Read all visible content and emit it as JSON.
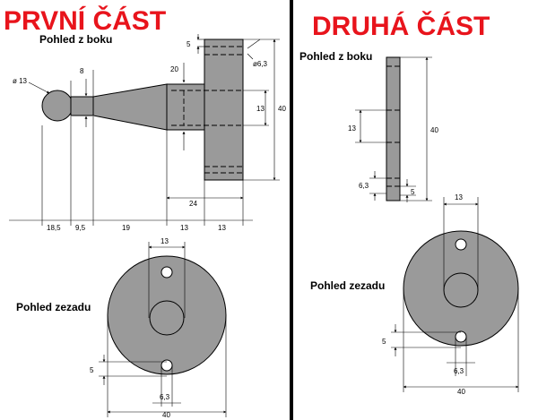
{
  "left": {
    "title": "PRVNÍ ČÁST",
    "view_side": "Pohled z boku",
    "view_back": "Pohled zezadu",
    "dims": {
      "ball_diam": "ø 13",
      "neck": "8",
      "collar": "20",
      "flange_top": "5",
      "hole": "ø6,3",
      "shaft13": "13",
      "height40": "40",
      "len24": "24",
      "b1": "18,5",
      "b2": "9,5",
      "b3": "19",
      "b4": "13",
      "b5": "13",
      "back_top": "13",
      "back_5": "5",
      "back_63": "6,3",
      "back_40": "40"
    }
  },
  "right": {
    "title": "DRUHÁ ČÁST",
    "view_side": "Pohled z boku",
    "view_back": "Pohled zezadu",
    "dims": {
      "h13": "13",
      "h40": "40",
      "v63": "6,3",
      "v5": "5",
      "back_top": "13",
      "back_5": "5",
      "back_63": "6,3",
      "back_40": "40"
    }
  },
  "colors": {
    "title": "#e8141c",
    "part": "#9a9a9a",
    "divider": "#000000"
  }
}
